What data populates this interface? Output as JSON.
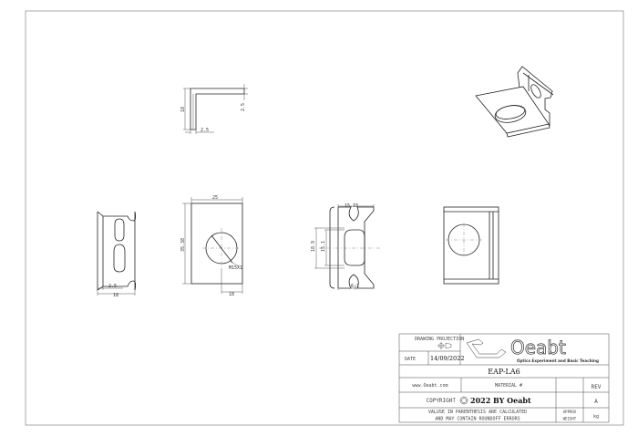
{
  "drawing": {
    "top_view": {
      "dims": [
        "18",
        "2.5",
        "2.5"
      ]
    },
    "left_view": {
      "dims": [
        "2.5",
        "18"
      ]
    },
    "front_view": {
      "dims": [
        "25",
        "35.38",
        "M15X1",
        "18"
      ]
    },
    "side_view": {
      "dims": [
        "15.33",
        "18.9",
        "15.1",
        "6.1"
      ]
    }
  },
  "title_block": {
    "drawing_projection": "DRAWING PROJECTION",
    "date_label": "DATE",
    "date_value": "14/09/2022",
    "logo_text": "Oeabt",
    "logo_tagline": "Optics Experiment and Basic Teaching",
    "part_number": "EAP-LA6",
    "website": "www.Oeabt.com",
    "material_label": "MATERIAL #",
    "rev_label": "REV",
    "rev_value": "A",
    "copyright_label": "COPYRIGHT",
    "copyright_text": "2022 BY Oeabt",
    "note_line1": "VALUSE IN PARENTHESIS ARE CALCULATED",
    "note_line2": "AND MAY CONTAIN ROUNDOFF ERRORS",
    "approx_label": "APPROX",
    "weight_label": "WEIGHT",
    "weight_unit": "kg"
  }
}
